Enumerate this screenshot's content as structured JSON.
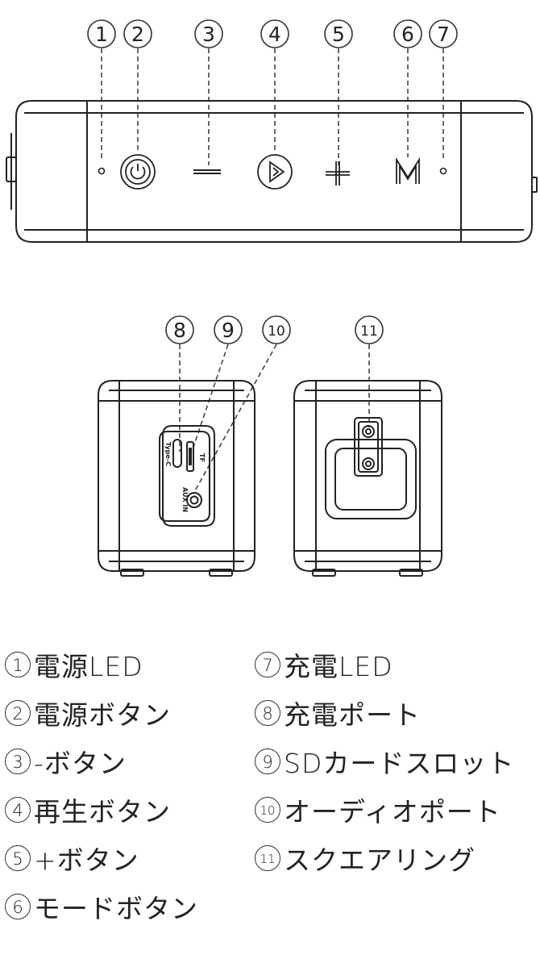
{
  "callouts": {
    "c1": "1",
    "c2": "2",
    "c3": "3",
    "c4": "4",
    "c5": "5",
    "c6": "6",
    "c7": "7",
    "c8": "8",
    "c9": "9",
    "c10": "10",
    "c11": "11"
  },
  "side_labels": {
    "typec": "Type-C",
    "tf": "TF",
    "aux_in": "AUX IN"
  },
  "legend": {
    "left": [
      {
        "num": "1",
        "label": "電源LED"
      },
      {
        "num": "2",
        "label": "電源ボタン"
      },
      {
        "num": "3",
        "label": "-ボタン"
      },
      {
        "num": "4",
        "label": "再生ボタン"
      },
      {
        "num": "5",
        "label": "+ボタン"
      },
      {
        "num": "6",
        "label": "モードボタン"
      }
    ],
    "right": [
      {
        "num": "7",
        "label": "充電LED"
      },
      {
        "num": "8",
        "label": "充電ポート"
      },
      {
        "num": "9",
        "label": "SDカードスロット"
      },
      {
        "num": "10",
        "label": "オーディオポート"
      },
      {
        "num": "11",
        "label": "スクエアリング"
      }
    ]
  },
  "colors": {
    "line": "#222222",
    "dashed": "#444444",
    "background": "#ffffff"
  }
}
